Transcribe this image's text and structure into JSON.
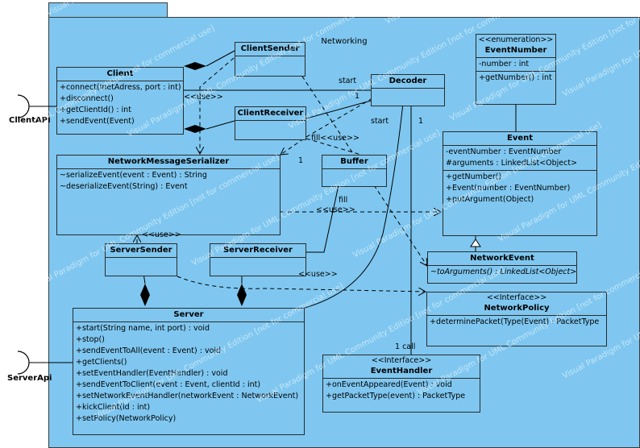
{
  "package": {
    "name": "Networking"
  },
  "interfaces": {
    "client_api": "ClientAPI",
    "server_api": "ServerApi"
  },
  "classes": {
    "client": {
      "name": "Client",
      "operations": [
        "+connect(InetAdress, port : int)",
        "+disconnect()",
        "+getClientId() : int",
        "+sendEvent(Event)"
      ]
    },
    "client_sender": {
      "name": "ClientSender"
    },
    "client_receiver": {
      "name": "ClientReceiver"
    },
    "decoder": {
      "name": "Decoder"
    },
    "buffer": {
      "name": "Buffer"
    },
    "serializer": {
      "name": "NetworkMessageSerializer",
      "operations": [
        "~serializeEvent(event : Event) : String",
        "~deserializeEvent(String) : Event"
      ]
    },
    "server_sender": {
      "name": "ServerSender"
    },
    "server_receiver": {
      "name": "ServerReceiver"
    },
    "server": {
      "name": "Server",
      "operations": [
        "+start(String name, int port) : void",
        "+stop()",
        "+sendEventToAll(event : Event) : void",
        "+getClients()",
        "+setEventHandler(EventHandler) : void",
        "+sendEventToClient(event : Event, clientId : int)",
        "+setNetworkEventHandler(networkEvent : NetworkEvent)",
        "+kickClient(id : int)",
        "+setPolicy(NetworkPolicy)"
      ]
    },
    "event_number": {
      "stereotype": "<<enumeration>>",
      "name": "EventNumber",
      "attributes": [
        "-number : int"
      ],
      "operations": [
        "+getNumber() : int"
      ]
    },
    "event": {
      "name": "Event",
      "attributes": [
        "-eventNumber : EventNumber",
        "#arguments : LinkedList<Object>"
      ],
      "operations": [
        "+getNumber()",
        "+Event(number : EventNumber)",
        "+putArgument(Object)"
      ]
    },
    "network_event": {
      "name": "NetworkEvent",
      "operations": [
        "~toArguments() : LinkedList<Object>"
      ]
    },
    "network_policy": {
      "stereotype": "<<Interface>>",
      "name": "NetworkPolicy",
      "operations": [
        "+determinePacket(Type(Event) : PacketType"
      ]
    },
    "event_handler": {
      "stereotype": "<<Interface>>",
      "name": "EventHandler",
      "operations": [
        "+onEventAppeared(Event) : void",
        "+getPacketType(event) : PacketType"
      ]
    }
  },
  "labels": {
    "use_client": "<<use>>",
    "start_decoder": "start",
    "one_decoder": "1",
    "start_receiver": "start",
    "fill_use": "fill<<use>>",
    "one_buffer": "1",
    "fill_buffer": "fill",
    "use_event": "<<use>>",
    "use_server_sender": "<<use>>",
    "use_policy": "<<use>>",
    "one_event": "1",
    "one_call": "1 call"
  },
  "watermark": "Visual Paradigm for UML Community Edition [not for commercial use]"
}
